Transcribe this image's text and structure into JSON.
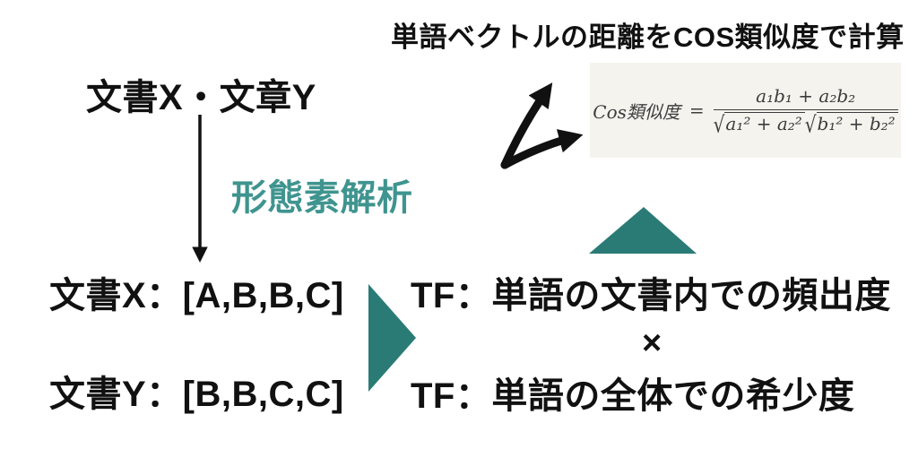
{
  "colors": {
    "teal_text": "#3F948F",
    "teal_shape": "#2A7B76",
    "ink": "#111111",
    "formula_bg": "#F5F3EE",
    "formula_ink": "#3C3C3C"
  },
  "header": {
    "title": "単語ベクトルの距離をCOS類似度で計算"
  },
  "flow": {
    "source_docs": "文書X・文章Y",
    "process_label": "形態素解析",
    "doc_x_tokens": "文書X：[A,B,B,C]",
    "doc_y_tokens": "文書Y：[B,B,C,C]"
  },
  "tfidf": {
    "tf_line": "TF：単語の文書内での頻出度",
    "multiply": "×",
    "idf_line": "TF：単語の全体での希少度"
  },
  "formula": {
    "lhs": "Cos類似度",
    "equals": "=",
    "numerator": "a₁b₁ + a₂b₂",
    "sqrt_sign": "√",
    "radicand_a": "a₁² + a₂²",
    "radicand_b": "b₁² + b₂²"
  }
}
